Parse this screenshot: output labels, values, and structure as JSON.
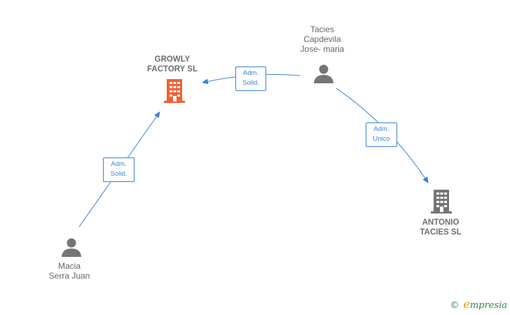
{
  "nodes": {
    "growly": {
      "line1": "GROWLY",
      "line2": "FACTORY  SL",
      "icon": "building-icon",
      "color": "#f2602f"
    },
    "antonio": {
      "line1": "ANTONIO",
      "line2": "TACIES SL",
      "icon": "building-icon",
      "color": "#757575"
    },
    "tacies": {
      "line1": "Tacies",
      "line2": "Capdevila",
      "line3": "Jose- maria",
      "icon": "person-icon",
      "color": "#757575"
    },
    "macia": {
      "line1": "Macia",
      "line2": "Serra Juan",
      "icon": "person-icon",
      "color": "#757575"
    }
  },
  "edges": {
    "tacies_growly": {
      "line1": "Adm.",
      "line2": "Solid."
    },
    "tacies_antonio": {
      "line1": "Adm.",
      "line2": "Unico"
    },
    "macia_growly": {
      "line1": "Adm.",
      "line2": "Solid."
    }
  },
  "colors": {
    "edge": "#3c82d2",
    "accent": "#f2602f",
    "node": "#757575"
  },
  "watermark": {
    "copyright": "©",
    "brand_initial": "e",
    "brand_rest": "mpresia"
  }
}
